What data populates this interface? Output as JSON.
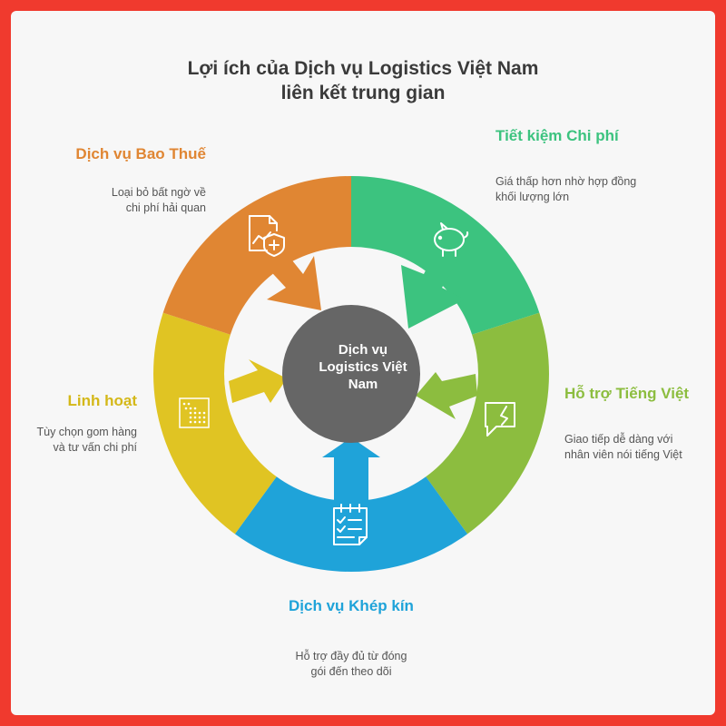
{
  "title": {
    "line1": "Lợi ích của Dịch vụ Logistics Việt Nam",
    "line2": "liên kết trung gian"
  },
  "hub": {
    "line1": "Dịch vụ",
    "line2": "Logistics Việt",
    "line3": "Nam",
    "color": "#666666"
  },
  "segments": [
    {
      "key": "cost",
      "label": "Tiết kiệm Chi phí",
      "desc_line1": "Giá thấp hơn nhờ hợp đồng",
      "desc_line2": "khối lượng lớn",
      "color": "#3cc37f",
      "icon": "piggy-bank-icon"
    },
    {
      "key": "vietnamese",
      "label": "Hỗ trợ Tiếng Việt",
      "desc_line1": "Giao tiếp dễ dàng với",
      "desc_line2": "nhân viên nói tiếng Việt",
      "color": "#8cbd3f",
      "icon": "chat-bubble-icon"
    },
    {
      "key": "closed",
      "label": "Dịch vụ Khép kín",
      "desc_line1": "Hỗ trợ đầy đủ từ đóng",
      "desc_line2": "gói đến theo dõi",
      "color": "#1fa3d9",
      "icon": "checklist-icon"
    },
    {
      "key": "flexible",
      "label": "Linh hoạt",
      "desc_line1": "Tùy chọn gom hàng",
      "desc_line2": "và tư vấn chi phí",
      "color": "#e0c423",
      "icon": "dot-grid-icon"
    },
    {
      "key": "customs",
      "label": "Dịch vụ Bao Thuế",
      "desc_line1": "Loại bỏ bất ngờ về",
      "desc_line2": "chi phí hải quan",
      "color": "#e08633",
      "icon": "document-shield-icon"
    }
  ]
}
